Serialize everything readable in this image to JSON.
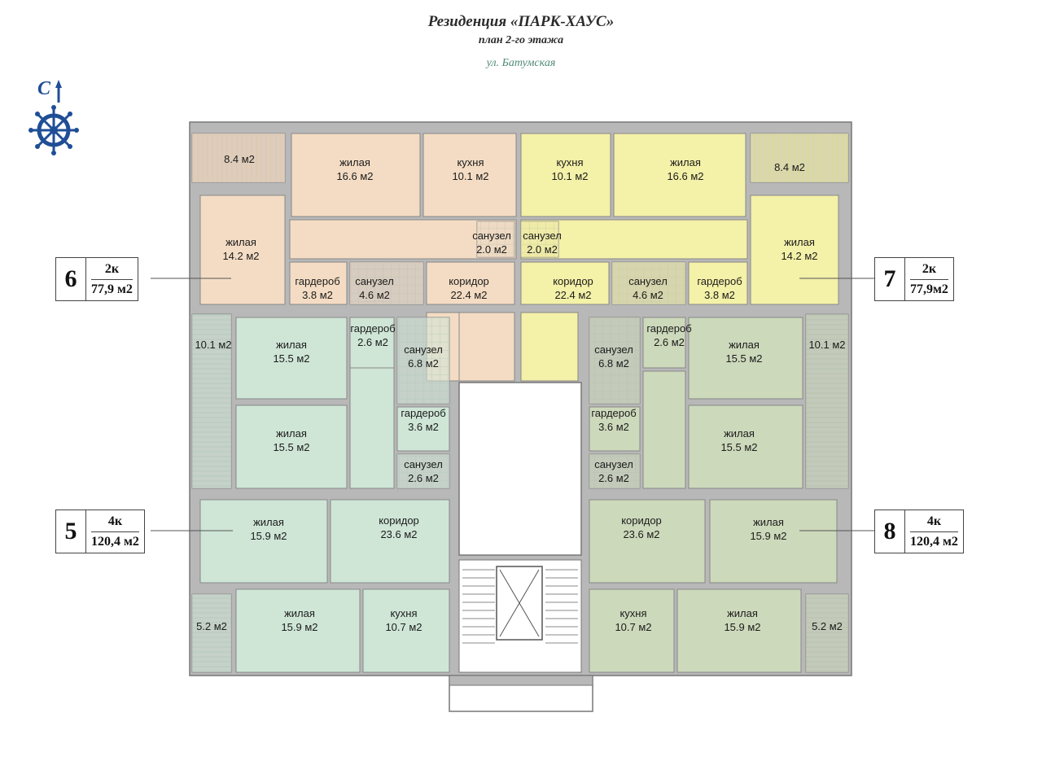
{
  "header": {
    "title": "Резиденция «ПАРК-ХАУС»",
    "subtitle": "план 2-го этажа",
    "street": "ул. Батумская"
  },
  "compass": {
    "letter": "С",
    "icon": "ship-wheel-compass-icon"
  },
  "apartments": [
    {
      "id": "6",
      "rooms": "2к",
      "area": "77,9 м2"
    },
    {
      "id": "7",
      "rooms": "2к",
      "area": "77,9м2"
    },
    {
      "id": "5",
      "rooms": "4к",
      "area": "120,4 м2"
    },
    {
      "id": "8",
      "rooms": "4к",
      "area": "120,4 м2"
    }
  ],
  "colors": {
    "apt6": "#f4dcc4",
    "apt7": "#f4f1a8",
    "apt5": "#cfe6d7",
    "apt8": "#cdd9bb",
    "wall": "#bdbdbd",
    "wall_stroke": "#8a8a8a"
  },
  "rooms": {
    "a6_balcony_label": "8.4 м2",
    "a6_living1_name": "жилая",
    "a6_living1_area": "16.6 м2",
    "a6_kitchen_name": "кухня",
    "a6_kitchen_area": "10.1 м2",
    "a6_living2_name": "жилая",
    "a6_living2_area": "14.2 м2",
    "a6_wardrobe_name": "гардероб",
    "a6_wardrobe_area": "3.8 м2",
    "a6_bath_name": "санузел",
    "a6_bath_area": "4.6 м2",
    "a6_wc_name": "санузел",
    "a6_wc_area": "2.0 м2",
    "a6_corr_name": "коридор",
    "a6_corr_area": "22.4 м2",
    "a7_balcony_label": "8.4 м2",
    "a7_kitchen_name": "кухня",
    "a7_kitchen_area": "10.1 м2",
    "a7_living1_name": "жилая",
    "a7_living1_area": "16.6 м2",
    "a7_living2_name": "жилая",
    "a7_living2_area": "14.2 м2",
    "a7_wc_name": "санузел",
    "a7_wc_area": "2.0 м2",
    "a7_corr_name": "коридор",
    "a7_corr_area": "22.4 м2",
    "a7_bath_name": "санузел",
    "a7_bath_area": "4.6 м2",
    "a7_wardrobe_name": "гардероб",
    "a7_wardrobe_area": "3.8 м2",
    "a5_balcony1_label": "10.1 м2",
    "a5_living1_name": "жилая",
    "a5_living1_area": "15.5 м2",
    "a5_living2_name": "жилая",
    "a5_living2_area": "15.5 м2",
    "a5_wardrobe1_name": "гардероб",
    "a5_wardrobe1_area": "2.6 м2",
    "a5_bath1_name": "санузел",
    "a5_bath1_area": "6.8 м2",
    "a5_wardrobe2_name": "гардероб",
    "a5_wardrobe2_area": "3.6 м2",
    "a5_wc_name": "санузел",
    "a5_wc_area": "2.6 м2",
    "a5_living3_name": "жилая",
    "a5_living3_area": "15.9 м2",
    "a5_corr_name": "коридор",
    "a5_corr_area": "23.6 м2",
    "a5_balcony2_label": "5.2 м2",
    "a5_living4_name": "жилая",
    "a5_living4_area": "15.9 м2",
    "a5_kitchen_name": "кухня",
    "a5_kitchen_area": "10.7 м2",
    "a8_bath1_name": "санузел",
    "a8_bath1_area": "6.8 м2",
    "a8_wardrobe1_name": "гардероб",
    "a8_wardrobe1_area": "2.6 м2",
    "a8_living1_name": "жилая",
    "a8_living1_area": "15.5 м2",
    "a8_balcony1_label": "10.1 м2",
    "a8_wardrobe2_name": "гардероб",
    "a8_wardrobe2_area": "3.6 м2",
    "a8_living2_name": "жилая",
    "a8_living2_area": "15.5 м2",
    "a8_wc_name": "санузел",
    "a8_wc_area": "2.6 м2",
    "a8_corr_name": "коридор",
    "a8_corr_area": "23.6 м2",
    "a8_living3_name": "жилая",
    "a8_living3_area": "15.9 м2",
    "a8_kitchen_name": "кухня",
    "a8_kitchen_area": "10.7 м2",
    "a8_living4_name": "жилая",
    "a8_living4_area": "15.9 м2",
    "a8_balcony2_label": "5.2 м2"
  }
}
